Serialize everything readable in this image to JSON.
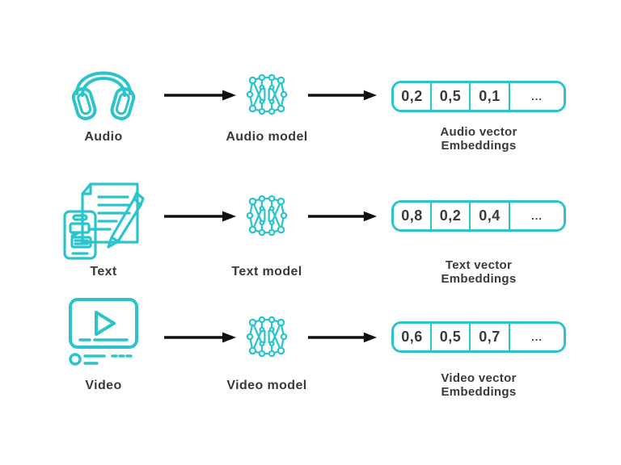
{
  "colors": {
    "accent": "#2cc4cc",
    "text": "#3a3a3a",
    "arrow": "#111111",
    "background": "#ffffff"
  },
  "rows": [
    {
      "source": {
        "label": "Audio",
        "icon": "headphones-icon"
      },
      "model": {
        "label": "Audio model",
        "icon": "neural-network-icon"
      },
      "arrow_icon": "arrow-right-icon",
      "embeddings": {
        "values": [
          "0,2",
          "0,5",
          "0,1",
          "..."
        ],
        "label_line1": "Audio vector",
        "label_line2": "Embeddings"
      }
    },
    {
      "source": {
        "label": "Text",
        "icon": "document-pen-phone-icon"
      },
      "model": {
        "label": "Text model",
        "icon": "neural-network-icon"
      },
      "arrow_icon": "arrow-right-icon",
      "embeddings": {
        "values": [
          "0,8",
          "0,2",
          "0,4",
          "..."
        ],
        "label_line1": "Text vector",
        "label_line2": "Embeddings"
      }
    },
    {
      "source": {
        "label": "Video",
        "icon": "video-player-icon"
      },
      "model": {
        "label": "Video model",
        "icon": "neural-network-icon"
      },
      "arrow_icon": "arrow-right-icon",
      "embeddings": {
        "values": [
          "0,6",
          "0,5",
          "0,7",
          "..."
        ],
        "label_line1": "Video vector",
        "label_line2": "Embeddings"
      }
    }
  ]
}
